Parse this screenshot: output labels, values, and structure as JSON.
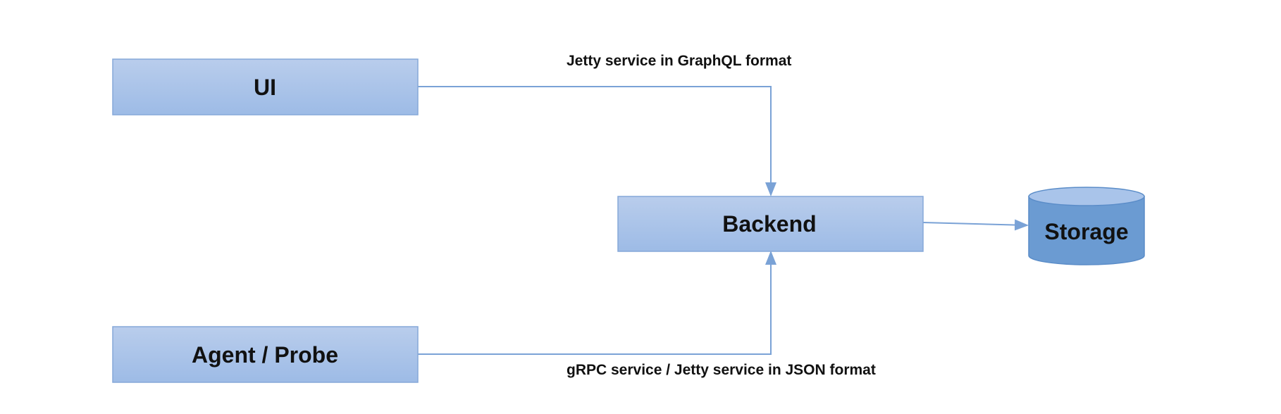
{
  "nodes": {
    "ui": "UI",
    "agent": "Agent / Probe",
    "backend": "Backend",
    "storage": "Storage"
  },
  "edges": {
    "ui_to_backend": "Jetty service in GraphQL format",
    "agent_to_backend": "gRPC service / Jetty service in JSON format"
  },
  "colors": {
    "box_top": "#b9cdec",
    "box_bottom": "#9dbbe6",
    "box_border": "#86a8d8",
    "connector": "#7aa2d6",
    "cylinder_body": "#6b9bd2",
    "cylinder_top": "#a9c4ea"
  }
}
